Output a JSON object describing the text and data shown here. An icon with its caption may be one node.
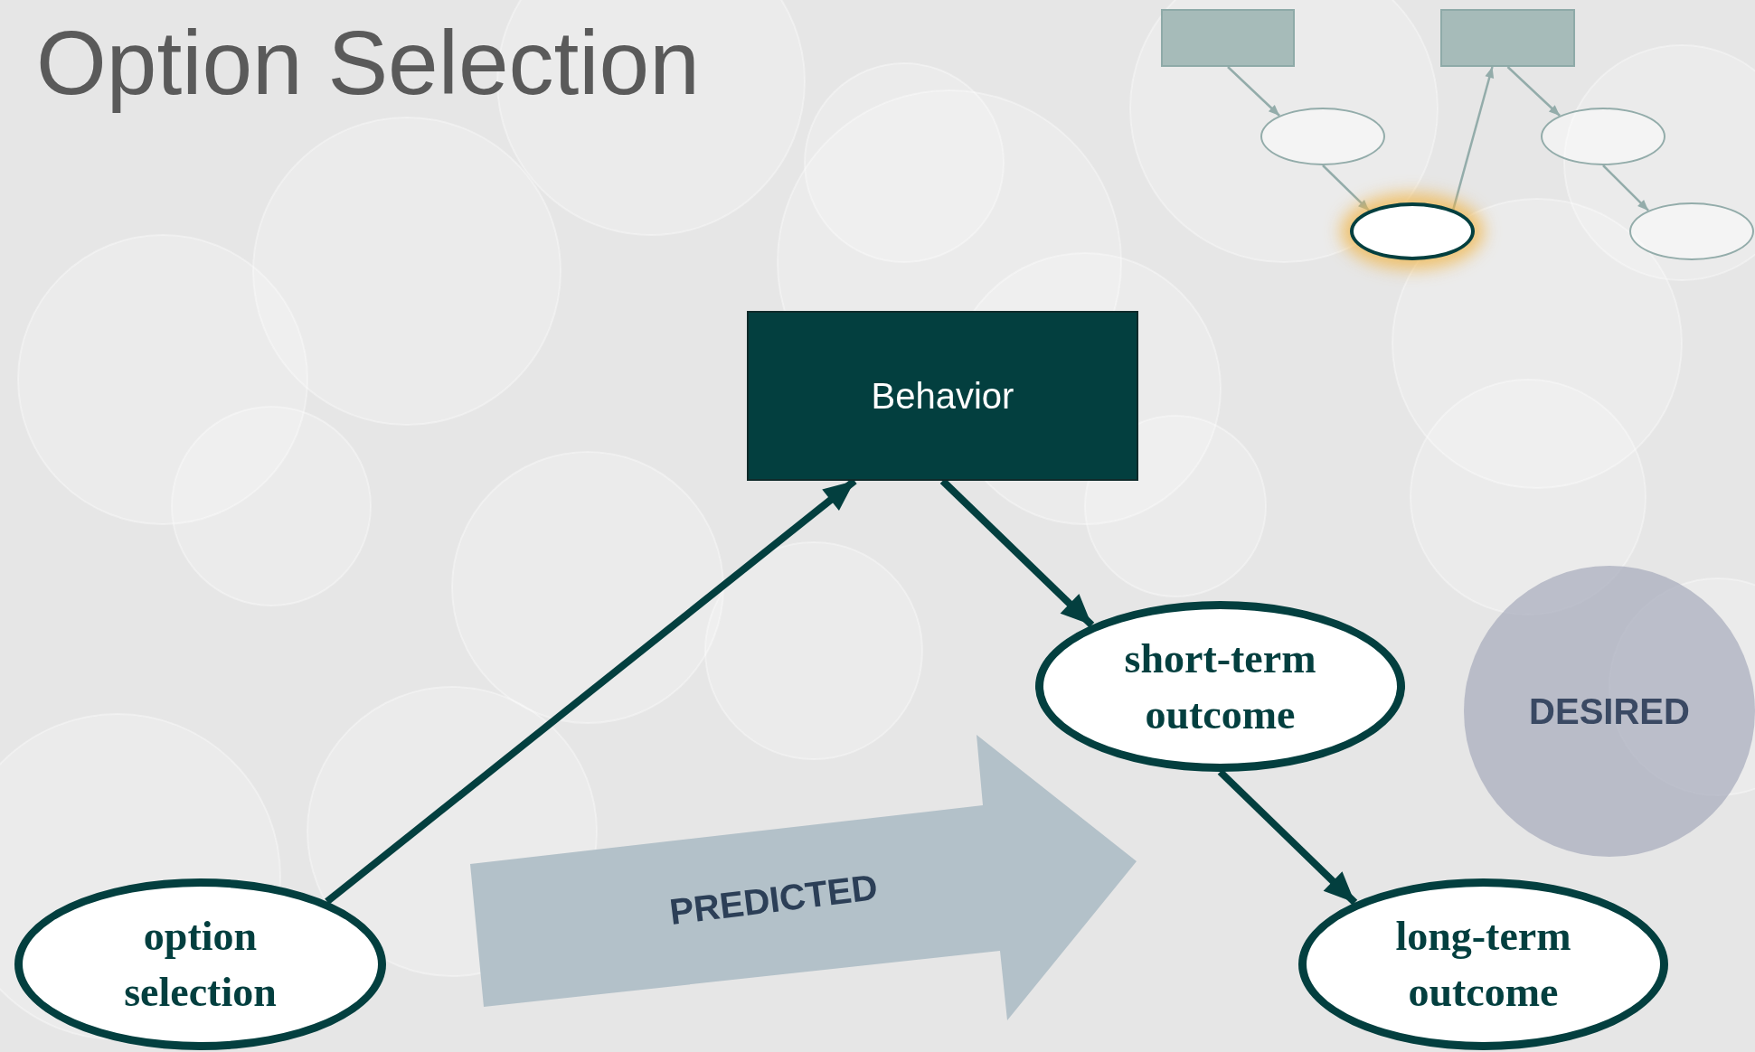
{
  "diagram": {
    "title": "Option Selection",
    "nodes": [
      {
        "text": [],
        "shape": "box"
      },
      {
        "text": [],
        "shape": "box"
      },
      {
        "text": [],
        "shape": "ellipse"
      },
      {
        "text": [],
        "shape": "ellipse"
      },
      {
        "text": [],
        "shape": "ellipse"
      },
      {
        "text": [],
        "shape": "ellipse"
      },
      {
        "text": [
          "Behavior"
        ]
      },
      {
        "text": [
          "short-term outcome"
        ]
      },
      {
        "text": [
          "DESIRED"
        ]
      },
      {
        "text": [
          "PREDICTED"
        ]
      },
      {
        "text": [
          "option selection"
        ]
      },
      {
        "text": [
          "long-term outcome"
        ]
      }
    ],
    "edges": [
      {
        "from": 0,
        "to": 2,
        "arrow": "to"
      },
      {
        "from": 2,
        "to": 4,
        "arrow": "to"
      },
      {
        "from": 4,
        "to": 1,
        "arrow": "to"
      },
      {
        "from": 1,
        "to": 3,
        "arrow": "to"
      },
      {
        "from": 3,
        "to": 5,
        "arrow": "to"
      },
      {
        "from": 10,
        "to": 6,
        "arrow": "to",
        "style": "thick",
        "color": "#033f3f"
      },
      {
        "from": 6,
        "to": 7,
        "arrow": "to",
        "style": "thick",
        "color": "#033f3f"
      },
      {
        "from": 7,
        "to": 11,
        "arrow": "to",
        "style": "thick",
        "color": "#033f3f"
      }
    ]
  }
}
